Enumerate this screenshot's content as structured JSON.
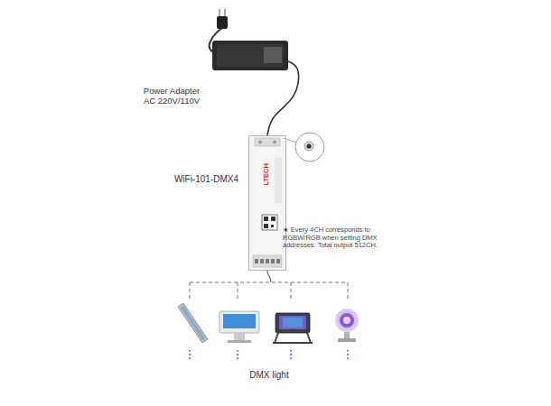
{
  "diagram": {
    "nodes": [
      {
        "text": [
          "Power Adapter AC 220V/110V"
        ]
      },
      {
        "text": [
          "WiFi-101-DMX4"
        ]
      }
    ],
    "edges": [
      {
        "from": 0,
        "to": 1,
        "arrow": "none"
      }
    ],
    "labels": [
      "LTECH",
      "★ Every 4CH corresponds to RGBW/RGB when setting DMX addresses. Total output 512CH.",
      "⋮",
      "⋮",
      "⋮",
      "⋮",
      "DMX light"
    ]
  }
}
